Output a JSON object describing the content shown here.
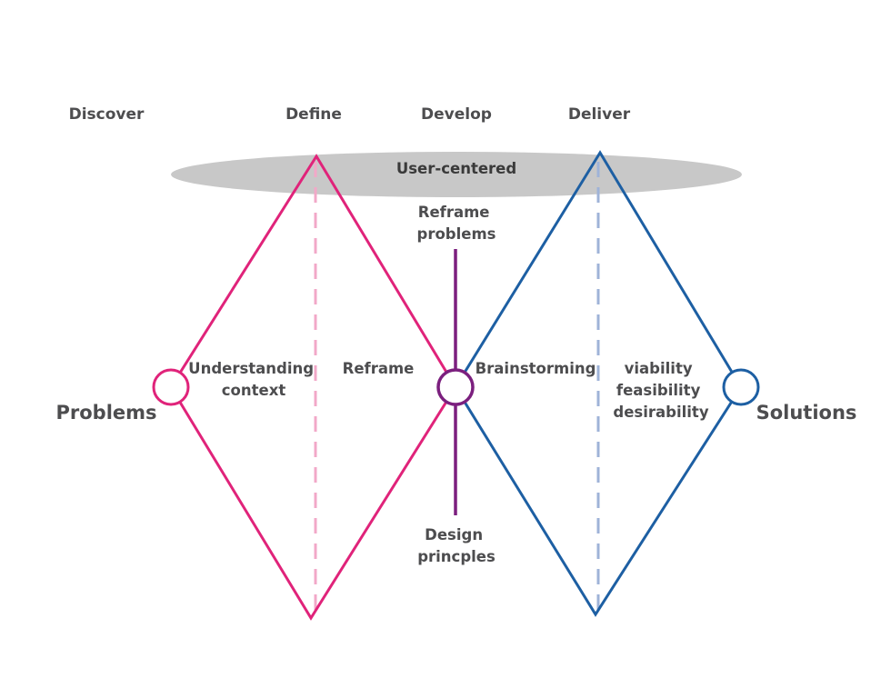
{
  "colors": {
    "pink": "#e0237a",
    "pink_dashed": "#f2a8c8",
    "blue": "#1d5fa3",
    "blue_dashed": "#9fb3d8",
    "purple": "#7b1f7e",
    "ellipse": "#c8c8c8",
    "text": "#4d4d4f"
  },
  "phases": {
    "discover": "Discover",
    "define": "Define",
    "develop": "Develop",
    "deliver": "Deliver"
  },
  "user_centered": "User-centered",
  "left_endpoint": "Problems",
  "right_endpoint": "Solutions",
  "diamond1": {
    "understanding": [
      "Understanding",
      "context"
    ],
    "reframe": "Reframe"
  },
  "center": {
    "reframe_problems": [
      "Reframe",
      "problems"
    ],
    "design_principles": [
      "Design",
      "princples"
    ]
  },
  "diamond2": {
    "brainstorming": "Brainstorming",
    "criteria": [
      "viability",
      "feasibility",
      "desirability"
    ]
  }
}
